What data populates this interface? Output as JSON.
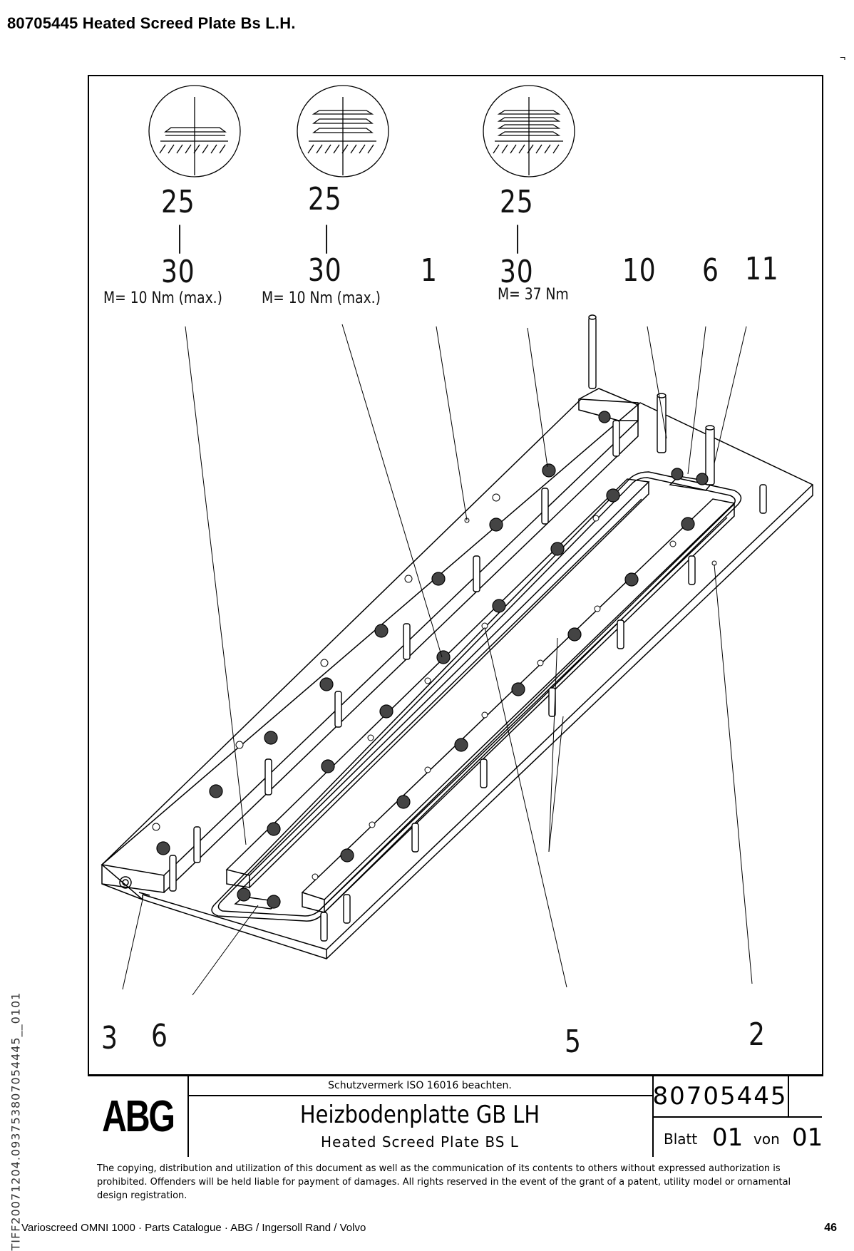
{
  "header": {
    "title": "80705445  Heated Screed Plate Bs L.H."
  },
  "drawing": {
    "torque_groups": [
      {
        "upper": "25",
        "lower": "30",
        "torque": "M= 10 Nm (max.)"
      },
      {
        "upper": "25",
        "lower": "30",
        "torque": "M= 10 Nm (max.)"
      },
      {
        "upper": "25",
        "lower": "30",
        "torque": "M= 37 Nm"
      }
    ],
    "callouts_top": [
      "1",
      "10",
      "6",
      "11"
    ],
    "callouts_bottom": [
      "3",
      "6",
      "5",
      "2"
    ]
  },
  "title_block": {
    "logo": "ABG",
    "protection_note": "Schutzvermerk ISO 16016 beachten.",
    "title_de": "Heizbodenplatte GB LH",
    "title_en": "Heated Screed Plate BS L",
    "drawing_number": "80705445",
    "sheet_label": "Blatt",
    "sheet_no": "01",
    "of_label": "von",
    "sheet_total": "01"
  },
  "copyright": "The copying, distribution and utilization of this document as well as the communication of its contents to others without expressed authorization is prohibited. Offenders will be held liable for payment of damages. All rights reserved in the event of the grant of a patent, utility model or ornamental design registration.",
  "side_code": "TIFF20071204.093753807054445__0101",
  "footer": {
    "text": "Varioscreed OMNI 1000  ·  Parts Catalogue  ·  ABG / Ingersoll Rand / Volvo",
    "page": "46"
  }
}
